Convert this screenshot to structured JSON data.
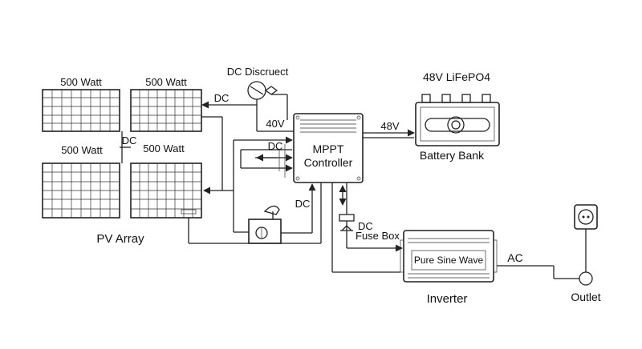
{
  "pv_array": {
    "label": "PV Array",
    "panels": [
      {
        "label": "500 Watt"
      },
      {
        "label": "500 Watt"
      },
      {
        "label": "500 Watt"
      },
      {
        "label": "500 Watt"
      }
    ],
    "dc_label": "DC"
  },
  "dc_disconnect": {
    "label": "DC Discruect",
    "line_label": "DC",
    "voltage": "40V"
  },
  "mppt": {
    "line1": "MPPT",
    "line2": "Controller",
    "dc_in_label": "DC",
    "dc_side_label": "DC"
  },
  "battery": {
    "title": "48V LiFePO4",
    "label": "Battery Bank",
    "voltage": "48V"
  },
  "fuse_box": {
    "line1": "DC",
    "line2": "Fuse Box"
  },
  "inverter": {
    "panel_text": "Pure Sine Wave",
    "label": "Inverter"
  },
  "output": {
    "ac_label": "AC",
    "outlet_label": "Outlet"
  },
  "colors": {
    "line": "#222222",
    "background": "#ffffff"
  }
}
